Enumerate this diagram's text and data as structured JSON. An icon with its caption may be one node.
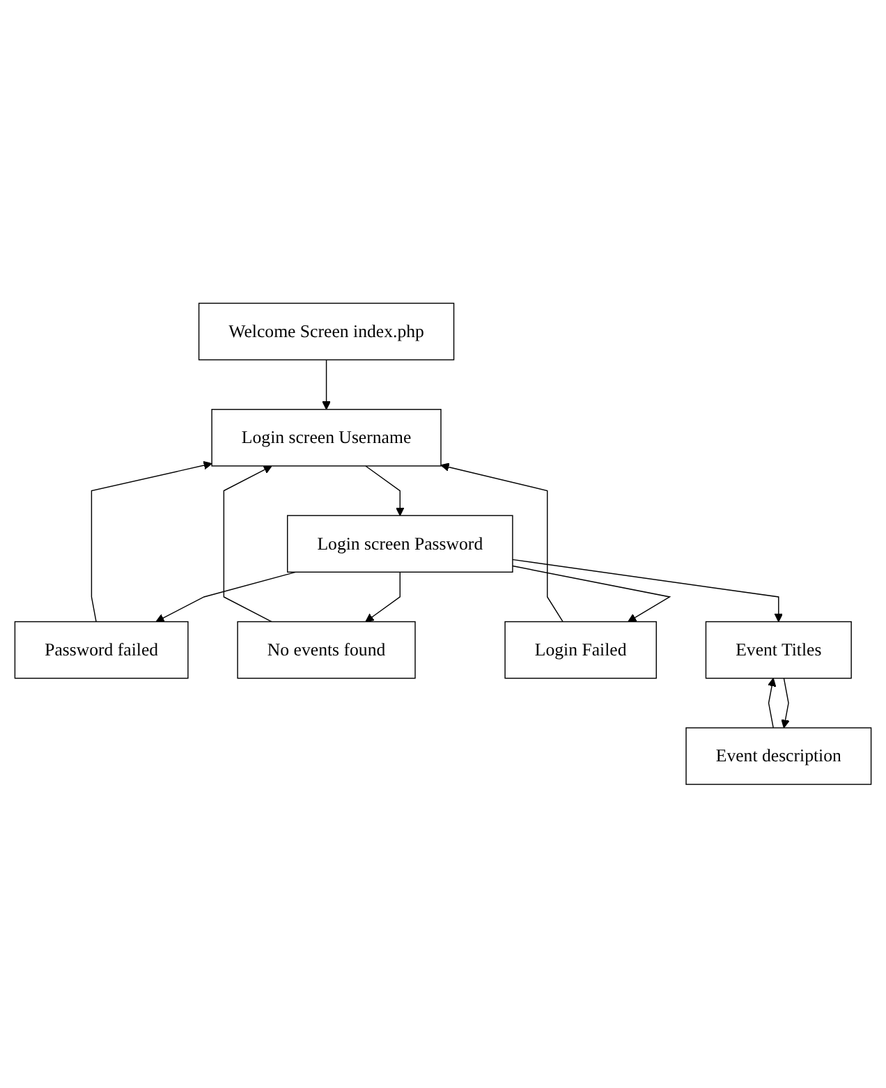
{
  "diagram": {
    "nodes": [
      {
        "text": [
          "Welcome Screen index.php"
        ]
      },
      {
        "text": [
          "Login screen Username"
        ]
      },
      {
        "text": [
          "Login screen Password"
        ]
      },
      {
        "text": [
          "Password failed"
        ]
      },
      {
        "text": [
          "No events found"
        ]
      },
      {
        "text": [
          "Login Failed"
        ]
      },
      {
        "text": [
          "Event Titles"
        ]
      },
      {
        "text": [
          "Event description"
        ]
      }
    ],
    "edges": [
      {
        "from": 0,
        "to": 1,
        "arrow": "to"
      },
      {
        "from": 1,
        "to": 2,
        "arrow": "to"
      },
      {
        "from": 2,
        "to": 3,
        "arrow": "to"
      },
      {
        "from": 2,
        "to": 4,
        "arrow": "to"
      },
      {
        "from": 2,
        "to": 5,
        "arrow": "to"
      },
      {
        "from": 2,
        "to": 6,
        "arrow": "to"
      },
      {
        "from": 3,
        "to": 1,
        "arrow": "to"
      },
      {
        "from": 4,
        "to": 1,
        "arrow": "to"
      },
      {
        "from": 5,
        "to": 1,
        "arrow": "to"
      },
      {
        "from": 6,
        "to": 7,
        "arrow": "to"
      },
      {
        "from": 7,
        "to": 6,
        "arrow": "to"
      }
    ]
  }
}
